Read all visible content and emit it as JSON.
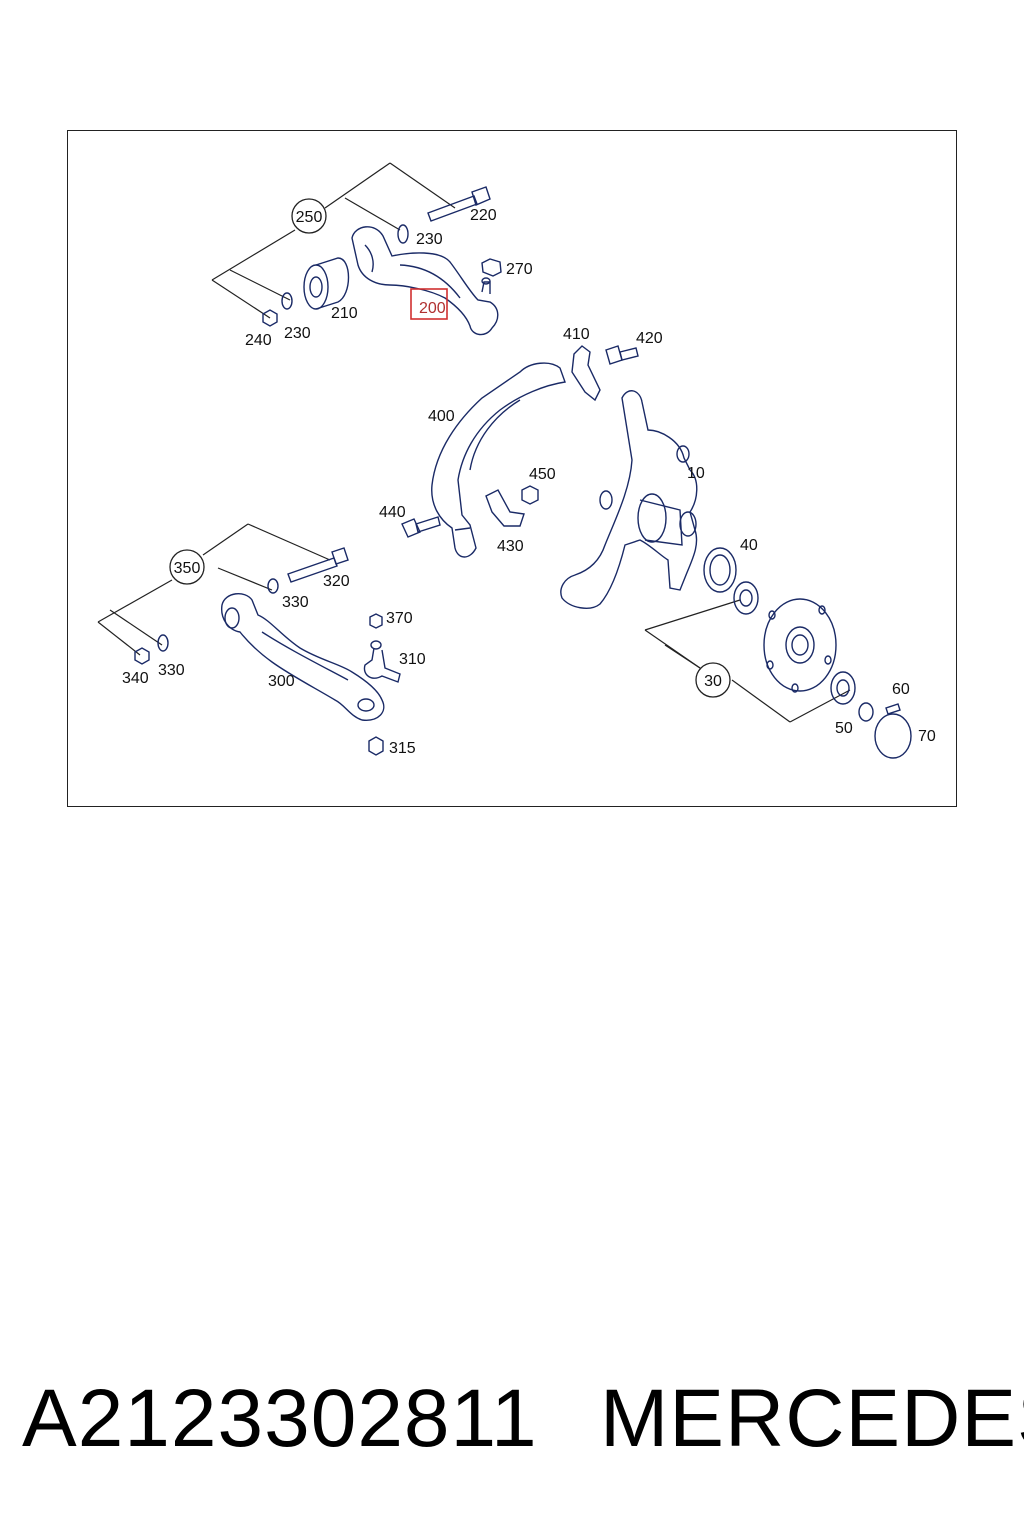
{
  "diagram": {
    "highlighted_label": "200",
    "labels": {
      "l250": "250",
      "l220": "220",
      "l230a": "230",
      "l270": "270",
      "l200": "200",
      "l210": "210",
      "l230b": "230",
      "l240": "240",
      "l410": "410",
      "l420": "420",
      "l400": "400",
      "l10": "10",
      "l450": "450",
      "l440": "440",
      "l430": "430",
      "l350": "350",
      "l320": "320",
      "l330a": "330",
      "l370": "370",
      "l310": "310",
      "l340": "340",
      "l330b": "330",
      "l300": "300",
      "l315": "315",
      "l40": "40",
      "l30": "30",
      "l60": "60",
      "l50": "50",
      "l70": "70"
    }
  },
  "footer": {
    "part_number": "A2123302811",
    "brand": "MERCEDES"
  }
}
